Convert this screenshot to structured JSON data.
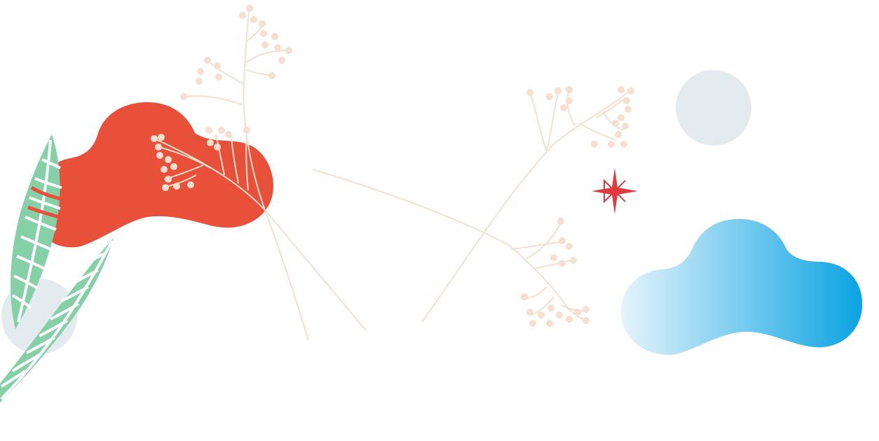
{
  "scene": {
    "background": "#ffffff",
    "elements": [
      {
        "name": "red-cloud-blob",
        "color": "#e8503a"
      },
      {
        "name": "blue-gradient-cloud-blob",
        "gradient": [
          "#e6f4fb",
          "#0aa3e3"
        ]
      },
      {
        "name": "grey-circle",
        "color": "#e3ebee"
      },
      {
        "name": "green-leaf",
        "color": "#86d0a8"
      },
      {
        "name": "beige-flower-sprig",
        "color": "#f6dfcf"
      },
      {
        "name": "red-sparkle-star",
        "color": "#e03a3e"
      }
    ]
  }
}
